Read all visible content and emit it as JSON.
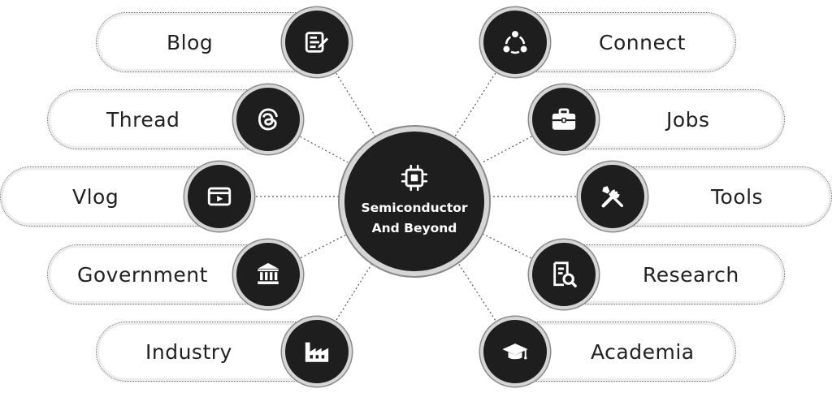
{
  "hub": {
    "line1": "Semiconductor",
    "line2": "And Beyond",
    "icon": "chip-icon"
  },
  "left_items": [
    {
      "label": "Blog",
      "icon": "blog-edit-icon"
    },
    {
      "label": "Thread",
      "icon": "threads-icon"
    },
    {
      "label": "Vlog",
      "icon": "video-play-icon"
    },
    {
      "label": "Government",
      "icon": "government-building-icon"
    },
    {
      "label": "Industry",
      "icon": "factory-icon"
    }
  ],
  "right_items": [
    {
      "label": "Connect",
      "icon": "share-network-icon"
    },
    {
      "label": "Jobs",
      "icon": "briefcase-icon"
    },
    {
      "label": "Tools",
      "icon": "tools-icon"
    },
    {
      "label": "Research",
      "icon": "research-document-icon"
    },
    {
      "label": "Academia",
      "icon": "graduation-cap-icon"
    }
  ],
  "colors": {
    "node_fill": "#1e1e1e",
    "node_ring": "#d6d6d6",
    "connector": "#555555",
    "text": "#222222"
  }
}
